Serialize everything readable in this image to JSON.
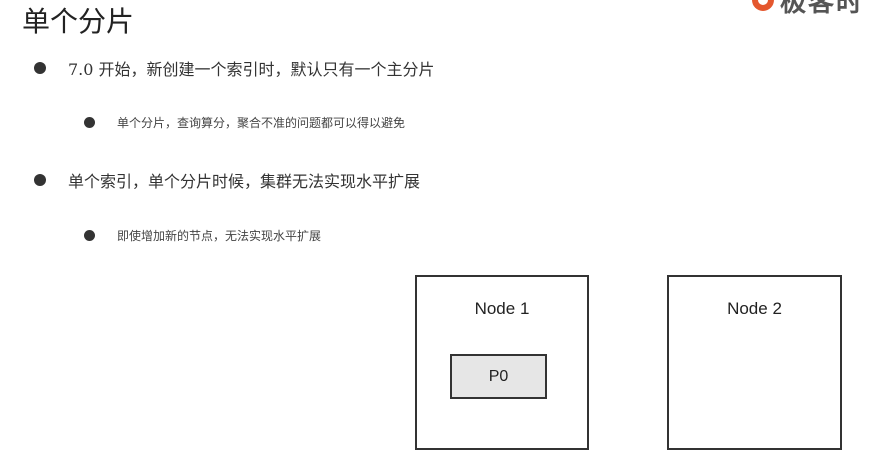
{
  "slide": {
    "title": "单个分片",
    "logo_text": "极客时"
  },
  "bullets": [
    {
      "level": 1,
      "text": "7.0 开始，新创建一个索引时，默认只有一个主分片"
    },
    {
      "level": 2,
      "text": "单个分片，查询算分，聚合不准的问题都可以得以避免"
    },
    {
      "level": 1,
      "text": "单个索引，单个分片时候，集群无法实现水平扩展"
    },
    {
      "level": 2,
      "text": "即使增加新的节点，无法实现水平扩展"
    }
  ],
  "diagram": {
    "nodes": [
      {
        "label": "Node 1",
        "shards": [
          "P0"
        ]
      },
      {
        "label": "Node 2",
        "shards": []
      }
    ]
  }
}
